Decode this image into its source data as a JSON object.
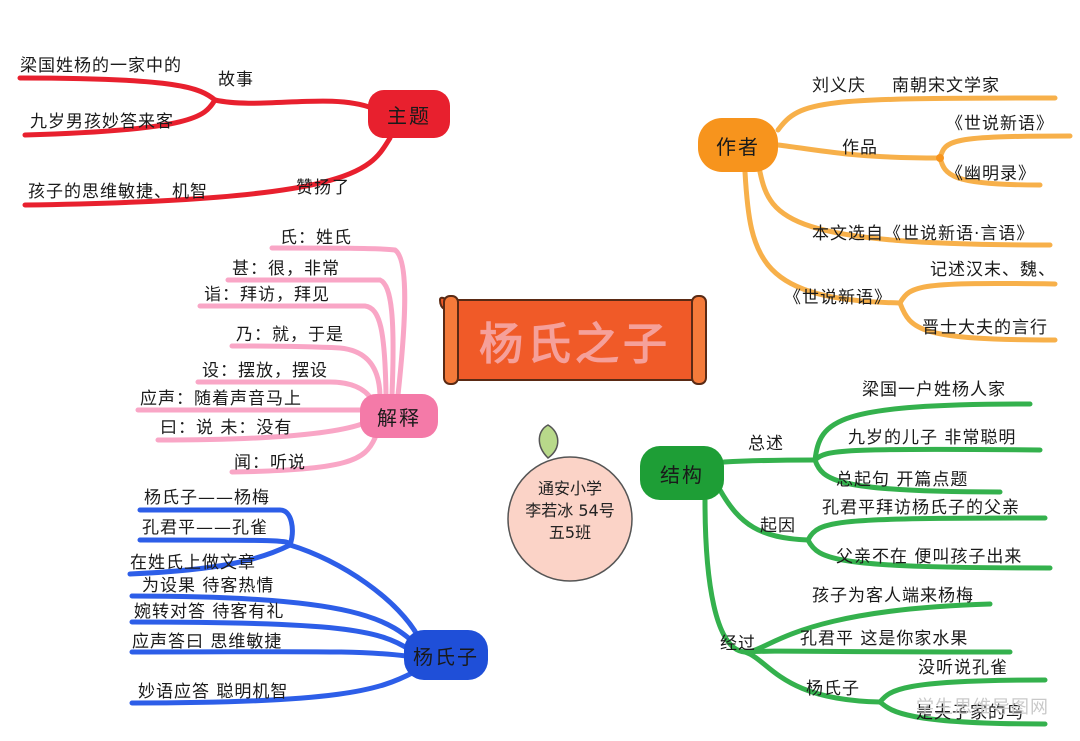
{
  "title": "杨氏之子",
  "center_note": {
    "school": "通安小学",
    "name": "李若冰 54号",
    "class": "五5班"
  },
  "watermark": "学生思维导图网",
  "branches": {
    "theme": {
      "label": "主题",
      "color": "#e8202e",
      "sub": [
        {
          "label": "故事",
          "items": [
            "梁国姓杨的一家中的",
            "九岁男孩妙答来客"
          ]
        },
        {
          "label": "赞扬了",
          "items": [
            "孩子的思维敏捷、机智"
          ]
        }
      ]
    },
    "author": {
      "label": "作者",
      "color": "#f7941d",
      "name": "刘义庆",
      "name_desc": "南朝宋文学家",
      "works_label": "作品",
      "works": [
        "《世说新语》",
        "《幽明录》"
      ],
      "source": "本文选自《世说新语·言语》",
      "book_label": "《世说新语》",
      "book_desc": [
        "记述汉末、魏、",
        "晋士大夫的言行"
      ]
    },
    "explain": {
      "label": "解释",
      "color": "#f47aa8",
      "items": [
        "氏：姓氏",
        "甚：很，非常",
        "诣：拜访，拜见",
        "乃：就，于是",
        "设：摆放，摆设",
        "应声：随着声音马上",
        "曰：说  未：没有",
        "闻：听说"
      ]
    },
    "structure": {
      "label": "结构",
      "color": "#1e9e36",
      "groups": [
        {
          "label": "总述",
          "items": [
            "梁国一户姓杨人家",
            "九岁的儿子  非常聪明",
            "总起句  开篇点题"
          ]
        },
        {
          "label": "起因",
          "items": [
            "孔君平拜访杨氏子的父亲",
            "父亲不在  便叫孩子出来"
          ]
        },
        {
          "label": "经过",
          "items": [
            "孩子为客人端来杨梅",
            "孔君平  这是你家水果"
          ],
          "sub": {
            "label": "杨氏子",
            "items": [
              "没听说孔雀",
              "是夫子家的鸟"
            ]
          }
        }
      ]
    },
    "yang": {
      "label": "杨氏子",
      "color": "#1f4fd8",
      "pairs": [
        "杨氏子——杨梅",
        "孔君平——孔雀"
      ],
      "pun": "在姓氏上做文章",
      "traits": [
        "为设果  待客热情",
        "婉转对答  待客有礼",
        "应声答曰  思维敏捷",
        "妙语应答  聪明机智"
      ]
    }
  }
}
